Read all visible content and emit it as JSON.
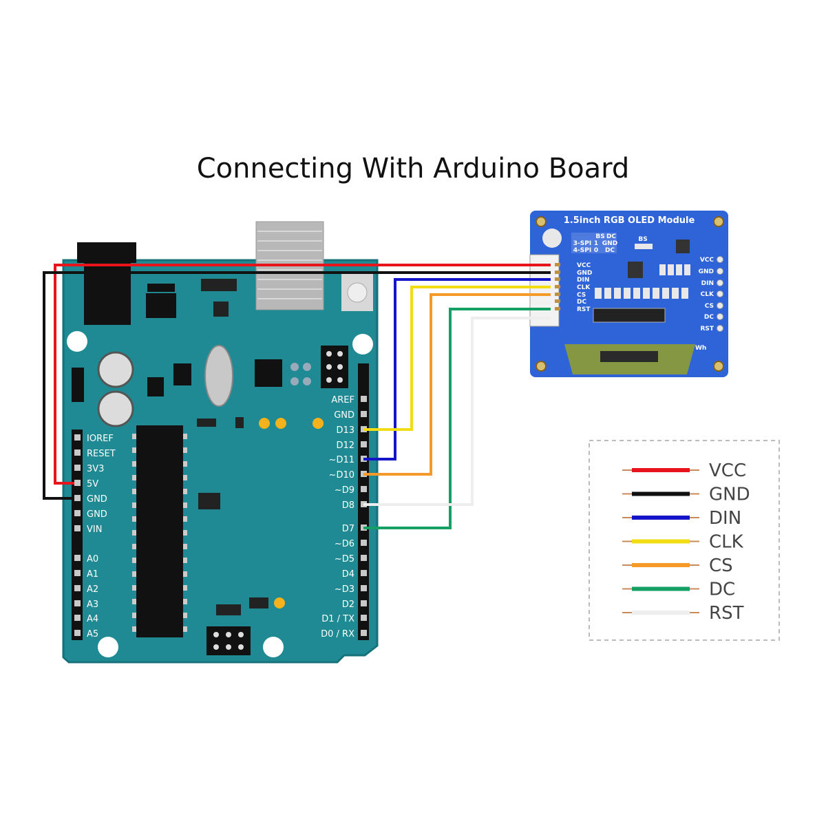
{
  "title": "Connecting With Arduino Board",
  "arduino": {
    "left_pins": [
      "IOREF",
      "RESET",
      "3V3",
      "5V",
      "GND",
      "GND",
      "VIN",
      "A0",
      "A1",
      "A2",
      "A3",
      "A4",
      "A5"
    ],
    "right_pins": [
      "AREF",
      "GND",
      "D13",
      "D12",
      "~D11",
      "~D10",
      "~D9",
      "D8",
      "D7",
      "~D6",
      "~D5",
      "D4",
      "~D3",
      "D2",
      "D1 / TX",
      "D0 / RX"
    ]
  },
  "oled": {
    "title": "1.5inch RGB OLED Module",
    "connector_labels": [
      "VCC",
      "GND",
      "DIN",
      "CLK",
      "CS",
      "DC",
      "RST"
    ],
    "header_labels": [
      "VCC",
      "GND",
      "DIN",
      "CLK",
      "CS",
      "DC",
      "RST"
    ],
    "mode_table": [
      [
        "BS",
        "DC"
      ],
      [
        "3-SPI",
        "1",
        "GND"
      ],
      [
        "4-SPI",
        "0",
        "DC"
      ]
    ],
    "bs_label": "BS"
  },
  "legend": [
    {
      "label": "VCC",
      "color": "#e8141c"
    },
    {
      "label": "GND",
      "color": "#111111"
    },
    {
      "label": "DIN",
      "color": "#1414c8"
    },
    {
      "label": "CLK",
      "color": "#f2dc14"
    },
    {
      "label": "CS",
      "color": "#f59a28"
    },
    {
      "label": "DC",
      "color": "#14a064"
    },
    {
      "label": "RST",
      "color": "#eeeeee"
    }
  ],
  "colors": {
    "board": "#1f8a93",
    "board_edge": "#15727a",
    "oled_pcb": "#2f64d8"
  }
}
